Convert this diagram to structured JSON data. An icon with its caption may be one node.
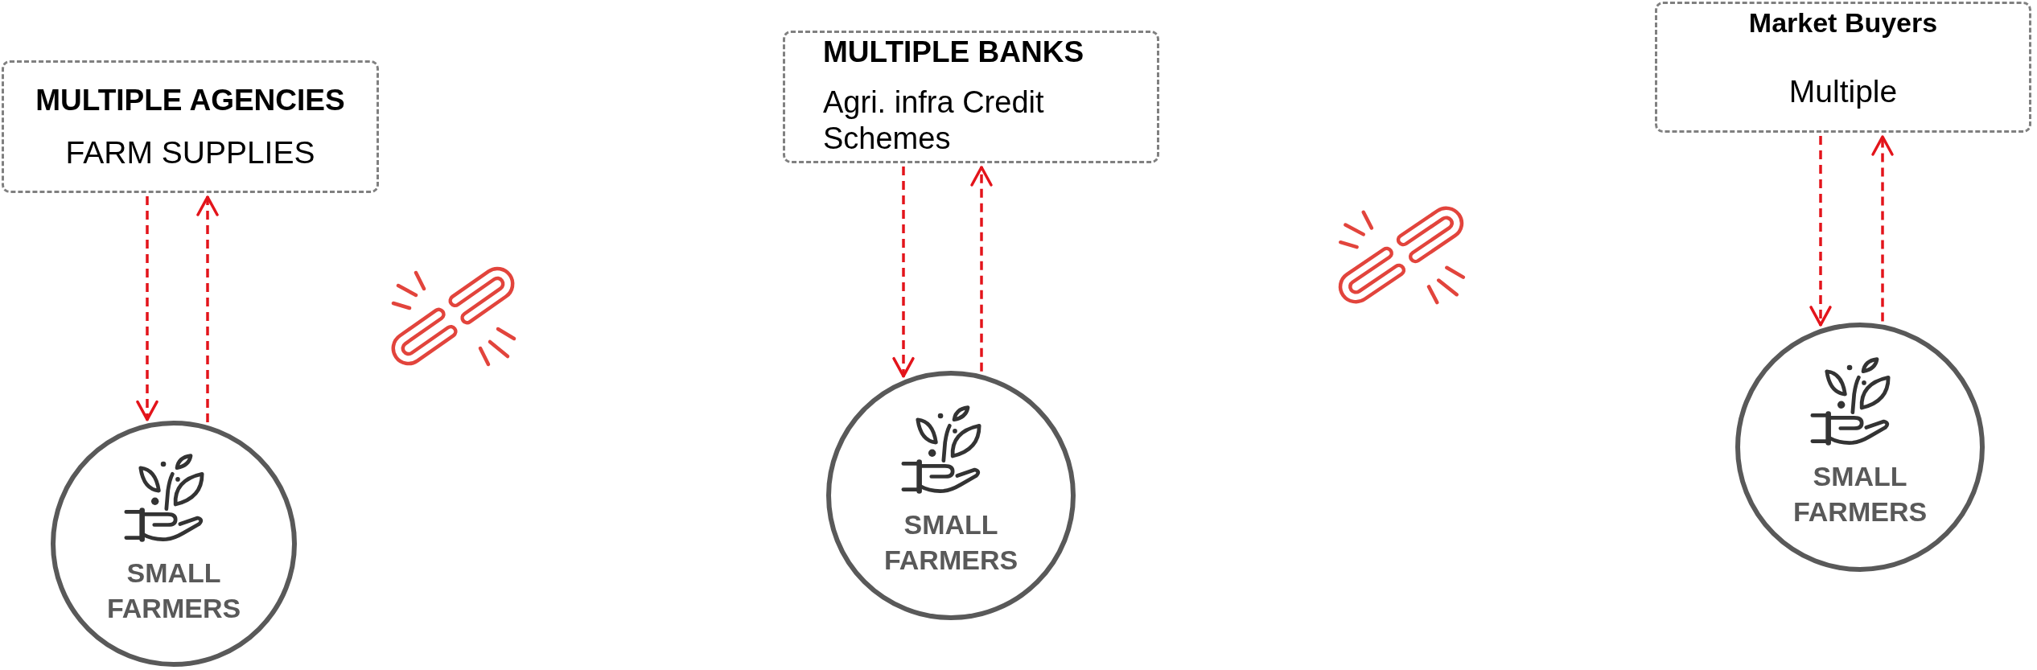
{
  "diagram": {
    "nodes": [
      {
        "text": [
          "MULTIPLE AGENCIES",
          "FARM SUPPLIES"
        ]
      },
      {
        "text": [
          "SMALL FARMERS"
        ]
      },
      {
        "text": [
          "MULTIPLE BANKS",
          "Agri. infra Credit Schemes"
        ]
      },
      {
        "text": [
          "SMALL FARMERS"
        ]
      },
      {
        "text": [
          "Market Buyers",
          "Multiple"
        ]
      },
      {
        "text": [
          "SMALL FARMERS"
        ]
      }
    ],
    "edges": [
      {
        "from": 0,
        "to": 1,
        "arrow": "to",
        "style": "dashed",
        "color": "#e3141b"
      },
      {
        "from": 1,
        "to": 0,
        "arrow": "to",
        "style": "dashed",
        "color": "#e3141b"
      },
      {
        "from": 2,
        "to": 3,
        "arrow": "to",
        "style": "dashed",
        "color": "#e3141b"
      },
      {
        "from": 3,
        "to": 2,
        "arrow": "to",
        "style": "dashed",
        "color": "#e3141b"
      },
      {
        "from": 4,
        "to": 5,
        "arrow": "to",
        "style": "dashed",
        "color": "#e3141b"
      },
      {
        "from": 5,
        "to": 4,
        "arrow": "to",
        "style": "dashed",
        "color": "#e3141b"
      }
    ]
  }
}
